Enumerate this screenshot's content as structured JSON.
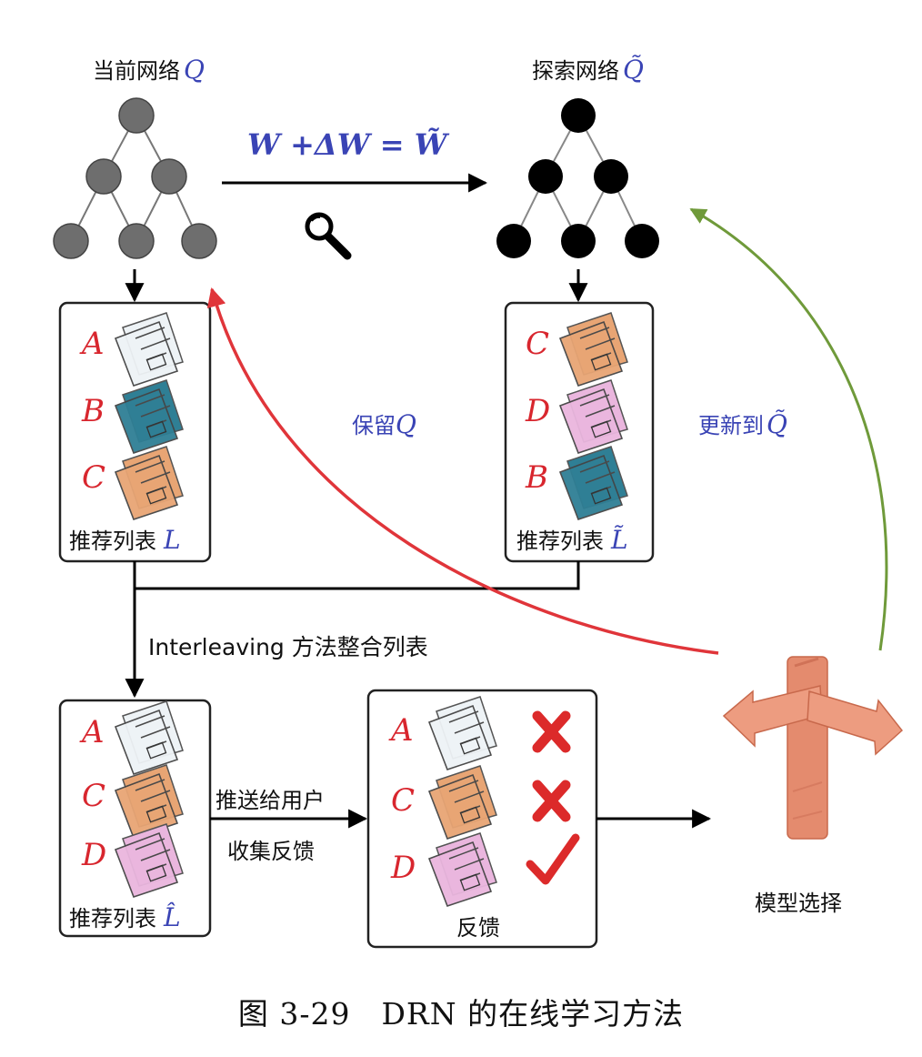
{
  "networks": {
    "current_label": "当前网络",
    "current_symbol": "Q",
    "explore_label": "探索网络",
    "explore_symbol": "Q̃"
  },
  "formula": {
    "text": "W +ΔW = W̃"
  },
  "lists": {
    "left": {
      "caption": "推荐列表",
      "symbol": "L",
      "items": [
        "A",
        "B",
        "C"
      ]
    },
    "right": {
      "caption": "推荐列表",
      "symbol": "L̃",
      "items": [
        "C",
        "D",
        "B"
      ]
    },
    "merged": {
      "caption": "推荐列表",
      "symbol": "L̂",
      "items": [
        "A",
        "C",
        "D"
      ]
    }
  },
  "feedback": {
    "caption": "反馈",
    "items": [
      "A",
      "C",
      "D"
    ],
    "marks": [
      "cross",
      "cross",
      "check"
    ]
  },
  "arrows": {
    "keep_label": "保留",
    "keep_symbol": "Q",
    "update_label": "更新到",
    "update_symbol": "Q̃",
    "interleave_label": "Interleaving 方法整合列表",
    "push_line1": "推送给用户",
    "push_line2": "收集反馈"
  },
  "model_select": {
    "label": "模型选择"
  },
  "figure_caption": "图 3-29　DRN 的在线学习方法",
  "colors": {
    "label_blue": "#3a44b5",
    "letter_red": "#d8262e",
    "red_arrow": "#e0353a",
    "green_arrow": "#6f9a3a",
    "current_node": "#6e6e6e",
    "explore_node": "#000000",
    "news_white": "#eef3f6",
    "news_teal": "#2f7f95",
    "news_orange": "#e8a574",
    "news_pink": "#eab6de",
    "signpost": "#e48b6e"
  },
  "icons": [
    "magnifier-icon",
    "news-icon",
    "cross-icon",
    "check-icon",
    "signpost-icon"
  ]
}
